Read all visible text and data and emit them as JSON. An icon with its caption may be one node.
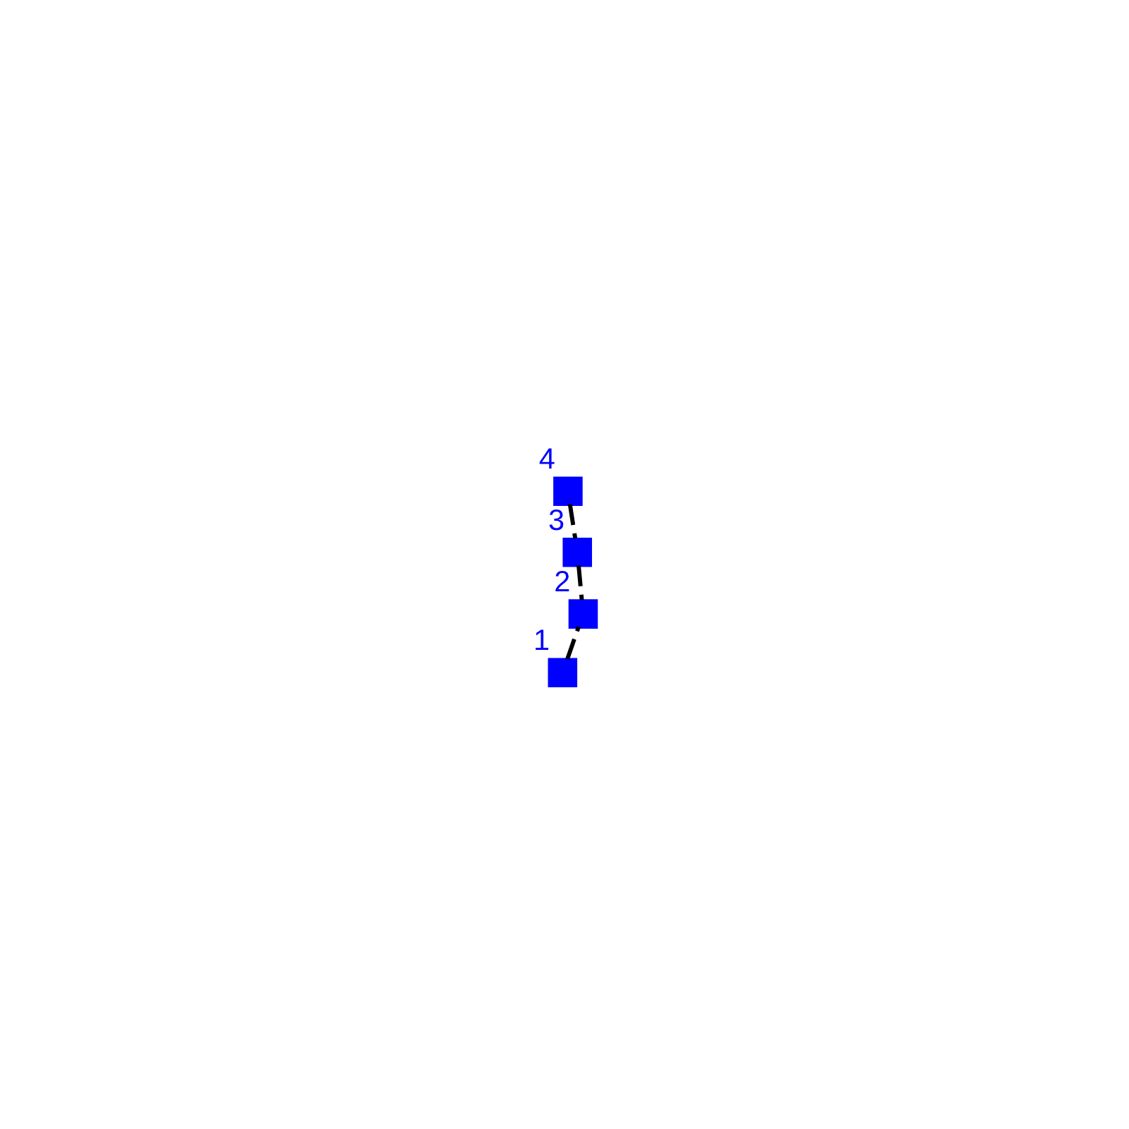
{
  "diagram": {
    "nodes": [
      {
        "text": [],
        "shape": "box",
        "beside": [
          "1"
        ]
      },
      {
        "text": [],
        "shape": "box",
        "beside": [
          "2"
        ]
      },
      {
        "text": [],
        "shape": "box",
        "beside": [
          "3"
        ]
      },
      {
        "text": [],
        "shape": "box",
        "beside": [
          "4"
        ]
      }
    ],
    "edges": [
      {
        "from": 0,
        "to": 1,
        "arrow": "none",
        "style": "dashed"
      },
      {
        "from": 2,
        "to": 1,
        "arrow": "none",
        "style": "dashed"
      },
      {
        "from": 3,
        "to": 2,
        "arrow": "none",
        "style": "dashed"
      }
    ]
  }
}
